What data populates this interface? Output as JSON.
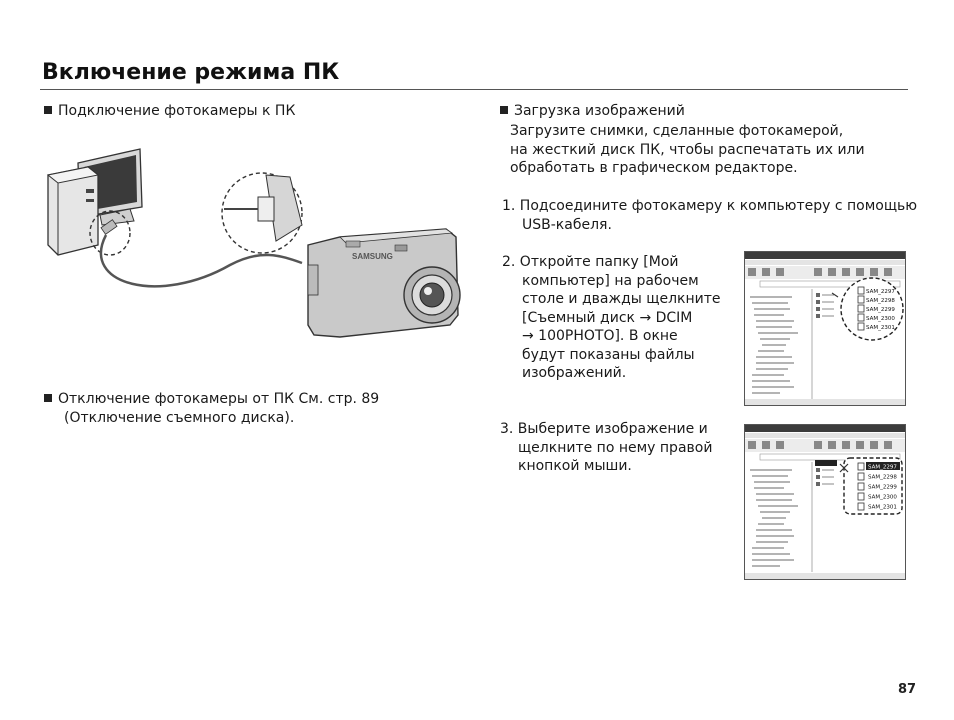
{
  "page": {
    "title": "Включение режима ПК",
    "page_number": "87"
  },
  "left": {
    "connect_heading": "Подключение фотокамеры к ПК",
    "camera_brand": "SAMSUNG",
    "disconnect_lines": [
      "Отключение фотокамеры от ПК См. стр. 89",
      "(Отключение съемного диска)."
    ]
  },
  "right": {
    "download_heading": "Загрузка изображений",
    "intro_lines": [
      "Загрузите снимки, сделанные фотокамерой,",
      "на жесткий диск ПК, чтобы распечатать их или",
      "обработать в графическом редакторе."
    ],
    "step1_lines": [
      "1. Подсоедините фотокамеру к компьютеру с помощью",
      "USB-кабеля."
    ],
    "step2_lines": [
      "2. Откройте папку [Мой",
      "компьютер] на рабочем",
      "столе и дважды щелкните",
      "[Съемный диск → DCIM",
      "→ 100PHOTO]. В окне",
      "будут показаны файлы",
      "изображений."
    ],
    "step3_lines": [
      "3. Выберите изображение и",
      "щелкните по нему правой",
      "кнопкой мыши."
    ],
    "explorer_files": [
      "SAM_2297",
      "SAM_2298",
      "SAM_2299",
      "SAM_2300",
      "SAM_2301"
    ]
  }
}
